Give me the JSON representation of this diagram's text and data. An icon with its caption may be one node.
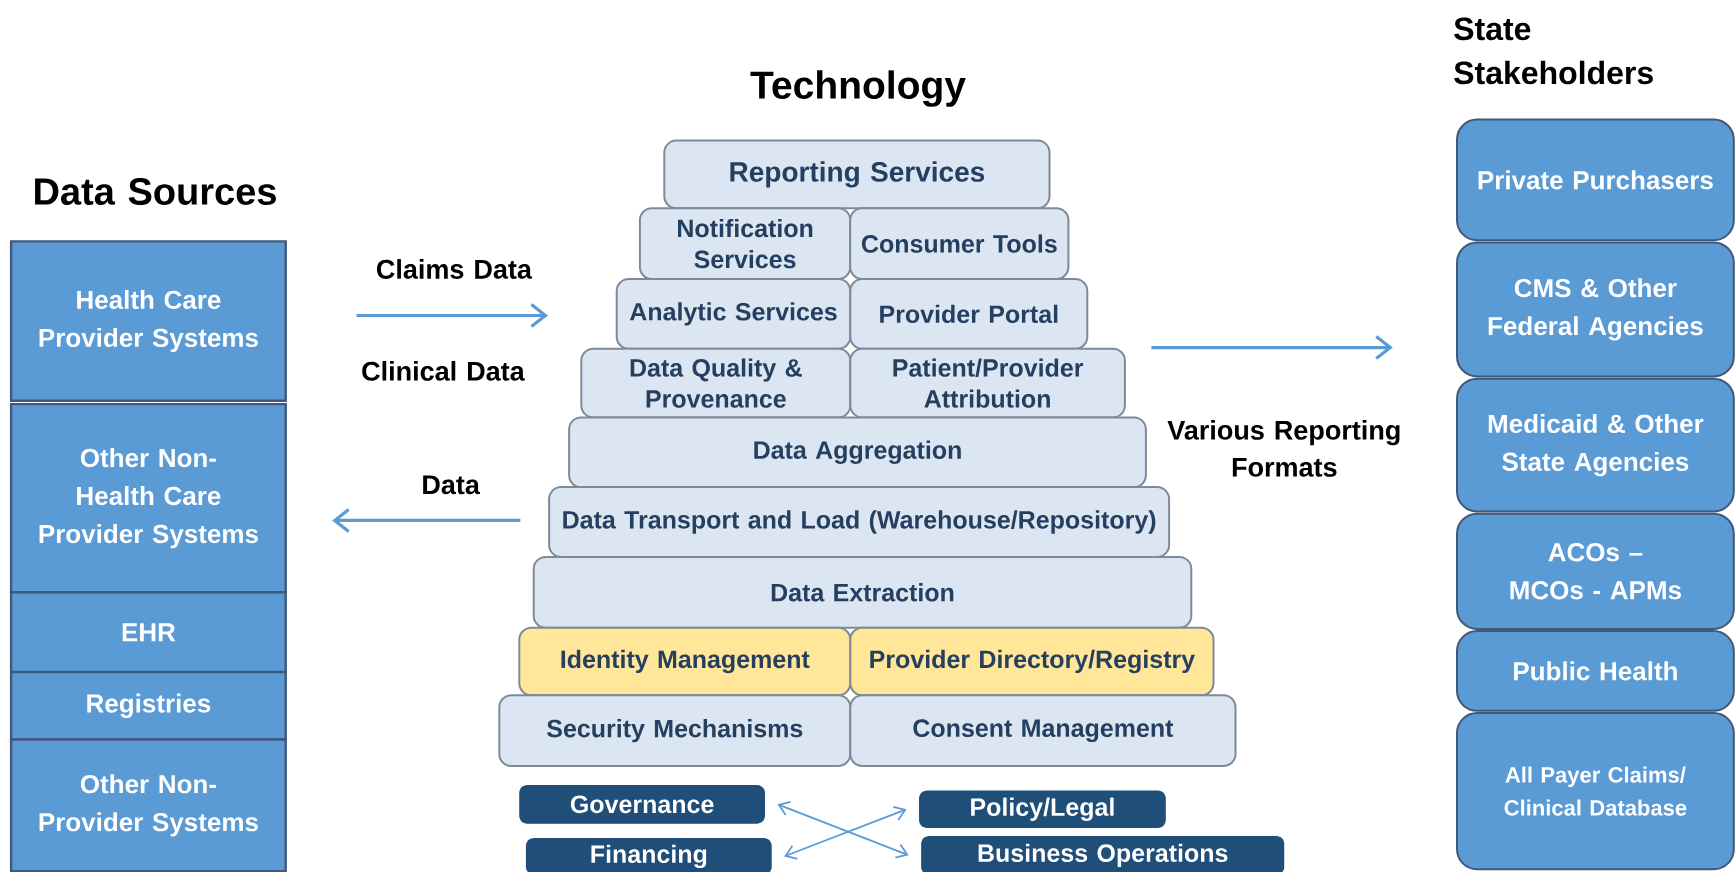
{
  "diagram": {
    "nodes": [
      {
        "text": [
          "Health Care Provider Systems"
        ]
      },
      {
        "text": [
          "Other Non-Health Care Provider Systems"
        ]
      },
      {
        "text": [
          "EHR"
        ]
      },
      {
        "text": [
          "Registries"
        ]
      },
      {
        "text": [
          "Other Non-Provider Systems"
        ]
      },
      {
        "text": [
          "Reporting Services"
        ]
      },
      {
        "text": [
          "Notification Services"
        ]
      },
      {
        "text": [
          "Consumer Tools"
        ]
      },
      {
        "text": [
          "Analytic Services"
        ]
      },
      {
        "text": [
          "Provider Portal"
        ]
      },
      {
        "text": [
          "Data Quality & Provenance"
        ]
      },
      {
        "text": [
          "Patient/Provider Attribution"
        ]
      },
      {
        "text": [
          "Data Aggregation"
        ]
      },
      {
        "text": [
          "Data Transport and Load (Warehouse/Repository)"
        ]
      },
      {
        "text": [
          "Data Extraction"
        ]
      },
      {
        "text": [
          "Identity Management"
        ]
      },
      {
        "text": [
          "Provider Directory/Registry"
        ]
      },
      {
        "text": [
          "Security Mechanisms"
        ]
      },
      {
        "text": [
          "Consent Management"
        ]
      },
      {
        "text": [
          "Governance"
        ]
      },
      {
        "text": [
          "Policy/Legal"
        ]
      },
      {
        "text": [
          "Financing"
        ]
      },
      {
        "text": [
          "Business Operations"
        ]
      },
      {
        "text": [
          "Private Purchasers"
        ]
      },
      {
        "text": [
          "CMS & Other Federal Agencies"
        ]
      },
      {
        "text": [
          "Medicaid & Other State Agencies"
        ]
      },
      {
        "text": [
          "ACOs – MCOs - APMs"
        ]
      },
      {
        "text": [
          "Public Health"
        ]
      },
      {
        "text": [
          "All Payer Claims/ Clinical Database"
        ]
      }
    ],
    "edges": [
      {
        "from": 19,
        "to": 22,
        "arrow": "both"
      },
      {
        "from": 21,
        "to": 20,
        "arrow": "both"
      }
    ],
    "labels": [
      "State Stakeholders",
      "Technology",
      "Data Sources",
      "Claims Data",
      "Clinical Data",
      "Data",
      "Various Reporting Formats"
    ]
  }
}
